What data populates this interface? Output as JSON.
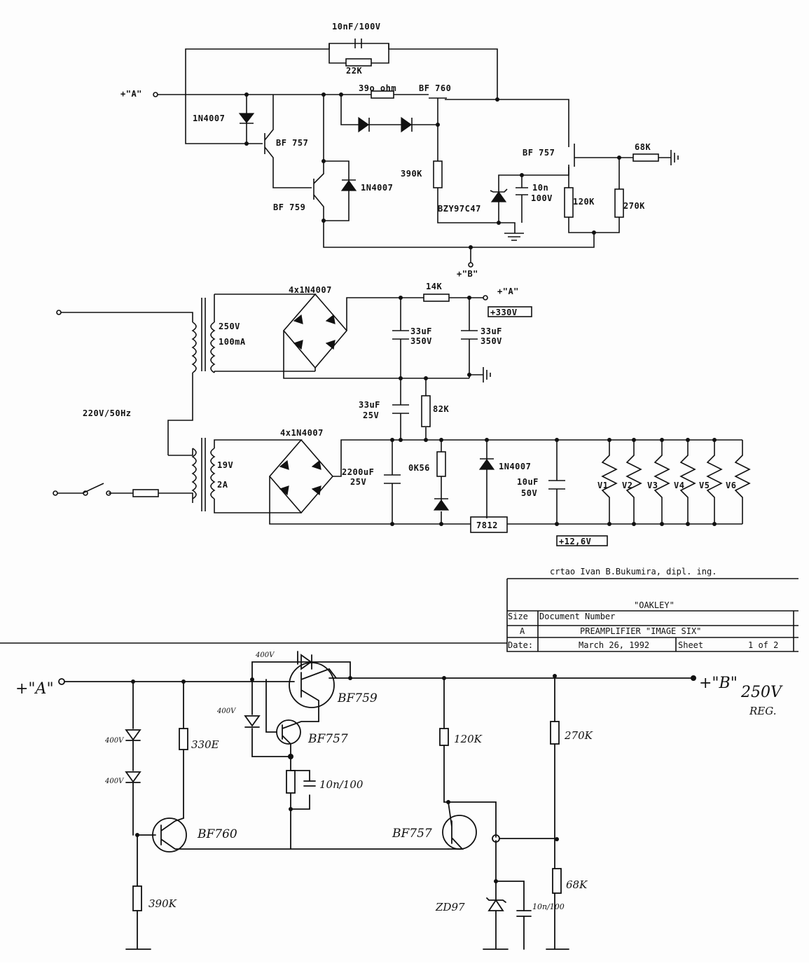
{
  "top_regulator": {
    "node_a": "+\"A\"",
    "node_b": "+\"B\"",
    "feedback_cap": "10nF/100V",
    "feedback_res": "22K",
    "diode_in": "1N4007",
    "q1": "BF 757",
    "q2": "BF 759",
    "diode_q2": "1N4007",
    "res_390": "39o ohm",
    "q3": "BF 760",
    "res_390k": "390K",
    "zener": "BZY97C47",
    "cap_10n": "10n",
    "cap_10n_v": "100V",
    "q4": "BF 757",
    "res_68k": "68K",
    "res_120k": "120K",
    "res_270k": "270K"
  },
  "psu_hv": {
    "mains": "220V/50Hz",
    "sec_v": "250V",
    "sec_i": "100mA",
    "bridge": "4x1N4007",
    "res_14k": "14K",
    "out_node": "+\"A\"",
    "out_v": "+330V",
    "cap1": "33uF",
    "cap1_v": "350V",
    "cap2": "33uF",
    "cap2_v": "350V",
    "cap3": "33uF",
    "cap3_v": "25V",
    "res_82k": "82K"
  },
  "psu_lv": {
    "sec_v": "19V",
    "sec_i": "2A",
    "bridge": "4x1N4007",
    "cap_big": "2200uF",
    "cap_big_v": "25V",
    "res_0k56": "0K56",
    "diode": "1N4007",
    "reg": "7812",
    "cap_10u": "10uF",
    "cap_10u_v": "50V",
    "heaters": [
      "V1",
      "V2",
      "V3",
      "V4",
      "V5",
      "V6"
    ],
    "out_v": "+12,6V"
  },
  "title_block": {
    "author": "crtao Ivan B.Bukumira, dipl. ing.",
    "company": "\"OAKLEY\"",
    "size_label": "Size",
    "size": "A",
    "docnum_label": "Document Number",
    "title": "PREAMPLIFIER \"IMAGE SIX\"",
    "date_label": "Date:",
    "date": "March 26, 1992",
    "sheet_label": "Sheet",
    "sheet": "1 of 2"
  },
  "hand_sketch": {
    "node_a": "+\"A\"",
    "node_b": "+\"B\"",
    "out_v": "250V",
    "out_note": "REG.",
    "d1": "400V",
    "d2": "400V",
    "d3": "400V",
    "d4": "400V",
    "res_330": "330E",
    "q_top": "BF759",
    "q_mid": "BF757",
    "cap": "10n/100",
    "q_left": "BF760",
    "res_390k": "390K",
    "res_120k": "120K",
    "res_270k": "270K",
    "q_right": "BF757",
    "res_68k": "68K",
    "zener": "ZD97",
    "cap2": "10n/100"
  }
}
